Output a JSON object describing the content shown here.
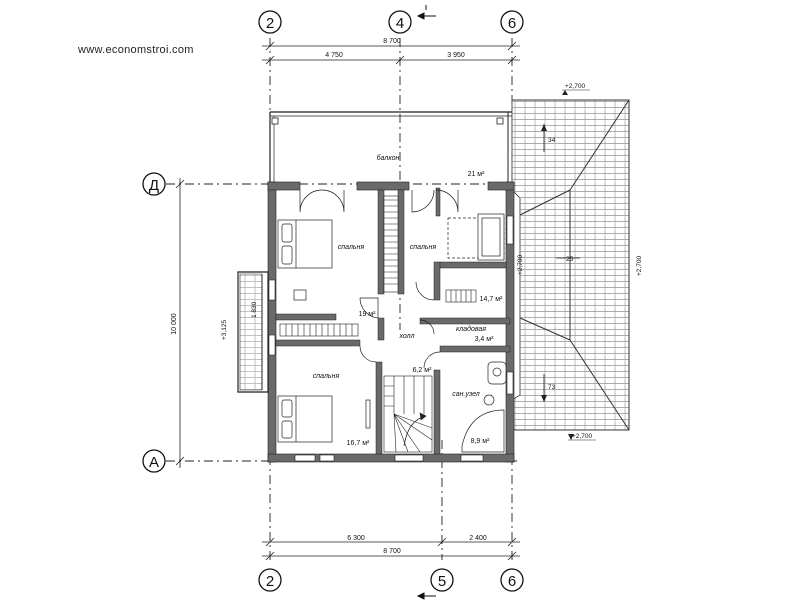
{
  "site": "www.economstroi.com",
  "axes": {
    "top": [
      "2",
      "4",
      "6"
    ],
    "bottom": [
      "2",
      "5",
      "6"
    ],
    "left": [
      "Д",
      "А"
    ]
  },
  "dimensions": {
    "top_total": "8 700",
    "top_left": "4 750",
    "top_right": "3 950",
    "bottom_left": "6 300",
    "bottom_right": "2 400",
    "bottom_total": "8 700",
    "left_height": "10 000",
    "bay_width": "1 830"
  },
  "rooms": {
    "balcony": {
      "name": "балкон",
      "area": "21 м²"
    },
    "bedroom_1": {
      "name": "спальня"
    },
    "bedroom_2": {
      "name": "спальня",
      "area": "14,7 м²"
    },
    "bedroom_3": {
      "name": "спальня",
      "area": "16,7 м²"
    },
    "hall": {
      "name": "холл",
      "area": "19 м²"
    },
    "storage": {
      "name": "кладовая",
      "area": "3,4 м²"
    },
    "stair": {
      "area": "6,2 м²"
    },
    "bathroom": {
      "name": "сан.узел",
      "area": "8,9 м²"
    }
  },
  "roof": {
    "level_top": "+2,700",
    "level_right": "+2,700",
    "level_bottom": "+2,700",
    "level_side": "+2,700",
    "slope_1": "34",
    "slope_2": "25",
    "slope_3": "73",
    "level_bay": "+3,125"
  }
}
